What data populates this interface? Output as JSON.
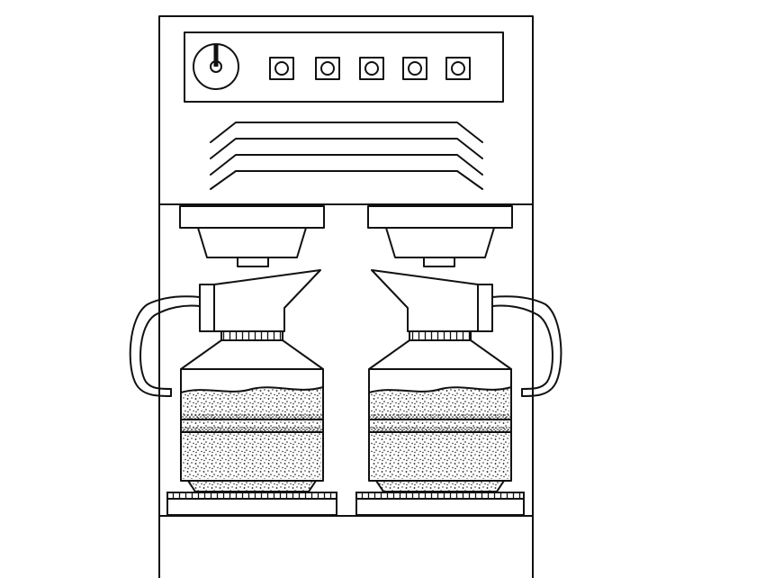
{
  "scene": {
    "subject": "coffee-machine-line-drawing",
    "style": "black-line-art-on-white",
    "colors": {
      "background": "#ffffff",
      "line": "#111111",
      "stipple": "#111111"
    },
    "control_panel": {
      "dial_count": 1,
      "button_count": 5
    },
    "vent_slat_count": 4,
    "brew_stations": [
      {
        "side": "left",
        "handle": "left"
      },
      {
        "side": "right",
        "handle": "right"
      }
    ]
  }
}
